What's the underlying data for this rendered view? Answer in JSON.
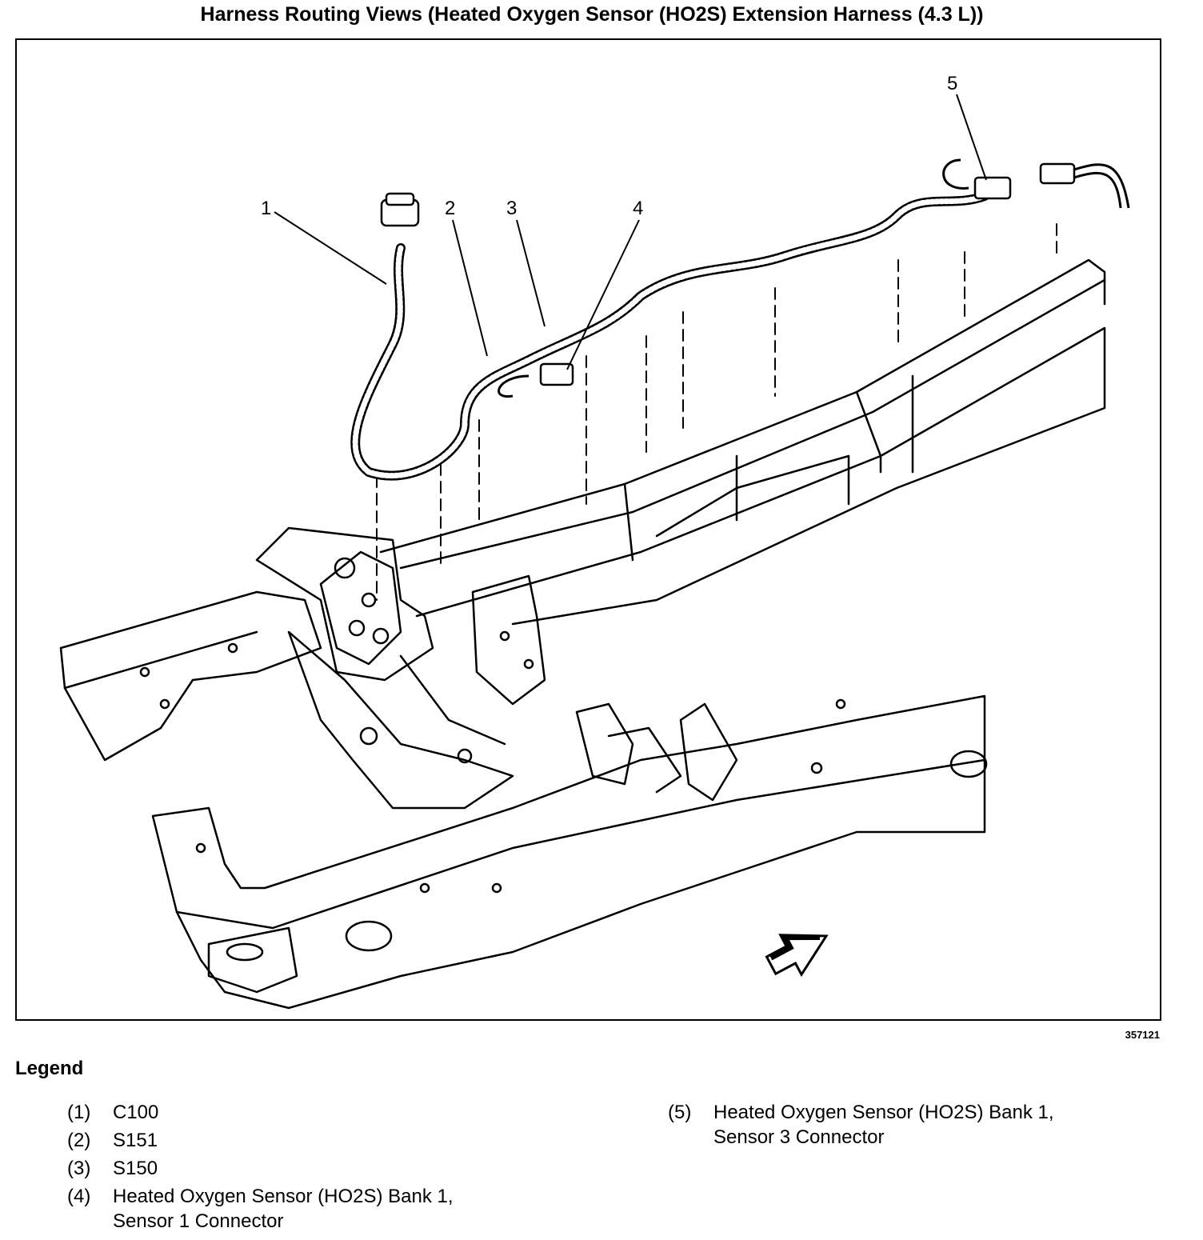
{
  "title": "Harness Routing Views (Heated Oxygen Sensor (HO2S) Extension Harness (4.3 L))",
  "figure_id": "357121",
  "callouts": [
    "1",
    "2",
    "3",
    "4",
    "5"
  ],
  "legend": {
    "heading": "Legend",
    "left_items": [
      {
        "num": "(1)",
        "text": "C100"
      },
      {
        "num": "(2)",
        "text": "S151"
      },
      {
        "num": "(3)",
        "text": "S150"
      },
      {
        "num": "(4)",
        "text": "Heated Oxygen Sensor (HO2S) Bank 1,\nSensor 1 Connector"
      }
    ],
    "right_items": [
      {
        "num": "(5)",
        "text": "Heated Oxygen Sensor (HO2S) Bank 1,\nSensor 3 Connector"
      }
    ]
  },
  "colors": {
    "line": "#000000",
    "background": "#ffffff",
    "harness_fill": "#ffffff"
  },
  "icons": [
    "front-direction-arrow-icon"
  ]
}
